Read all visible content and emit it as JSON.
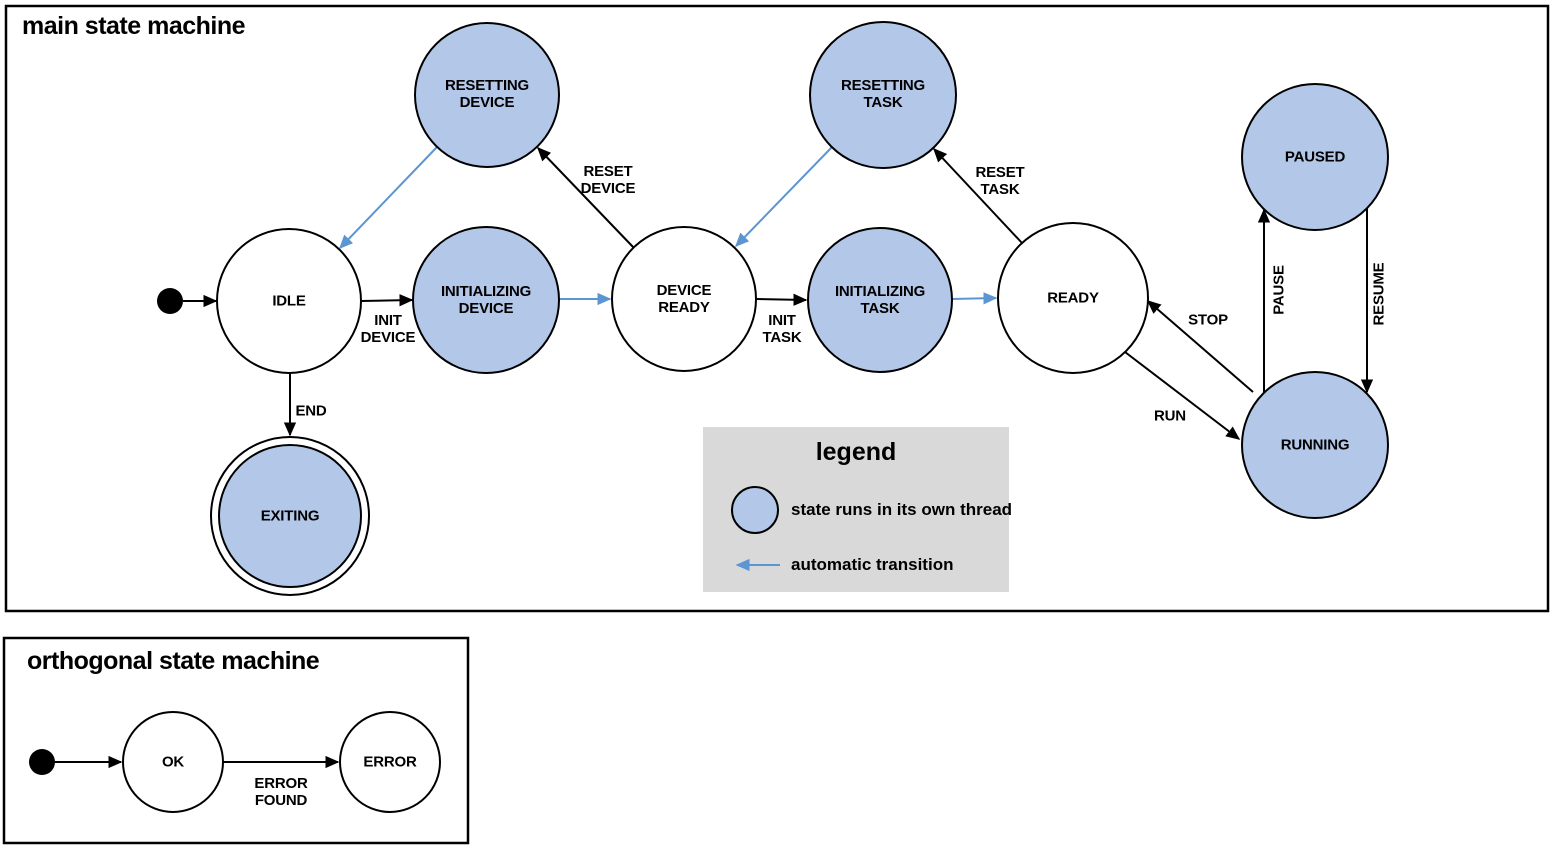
{
  "diagram": {
    "colors": {
      "thread_state_fill": "#b3c7e8",
      "auto_transition_arrow": "#5b96d2",
      "legend_background": "#d9d9d9",
      "line": "#000000"
    },
    "main": {
      "title": "main state machine",
      "states": {
        "idle": "IDLE",
        "resetting_device": "RESETTING\nDEVICE",
        "initializing_device": "INITIALIZING\nDEVICE",
        "device_ready": "DEVICE\nREADY",
        "resetting_task": "RESETTING\nTASK",
        "initializing_task": "INITIALIZING\nTASK",
        "ready": "READY",
        "paused": "PAUSED",
        "running": "RUNNING",
        "exiting": "EXITING"
      },
      "transitions": {
        "init_device": "INIT\nDEVICE",
        "reset_device": "RESET\nDEVICE",
        "init_task": "INIT\nTASK",
        "reset_task": "RESET\nTASK",
        "stop": "STOP",
        "run": "RUN",
        "pause": "PAUSE",
        "resume": "RESUME",
        "end": "END"
      }
    },
    "legend": {
      "title": "legend",
      "thread_state_label": "state runs in its own thread",
      "auto_transition_label": "automatic transition"
    },
    "orthogonal": {
      "title": "orthogonal state machine",
      "states": {
        "ok": "OK",
        "error": "ERROR"
      },
      "transitions": {
        "error_found": "ERROR\nFOUND"
      }
    }
  }
}
